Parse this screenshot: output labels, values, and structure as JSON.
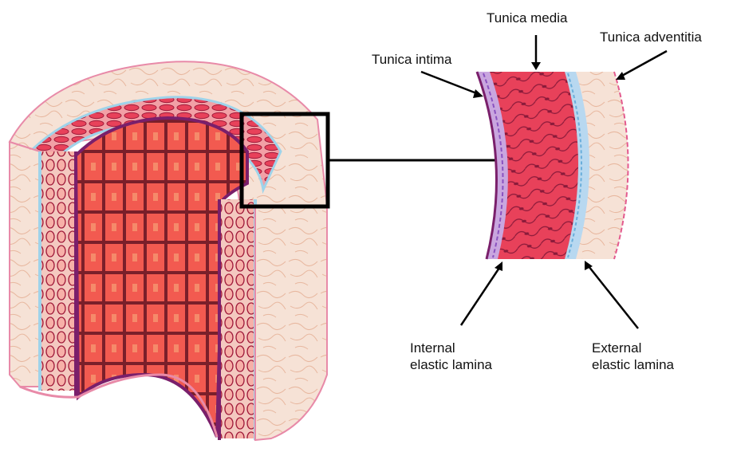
{
  "labels": {
    "tunica_media": "Tunica media",
    "tunica_adventitia": "Tunica adventitia",
    "tunica_intima": "Tunica intima",
    "internal_elastic_lamina": [
      "Internal",
      "elastic lamina"
    ],
    "external_elastic_lamina": [
      "External",
      "elastic lamina"
    ]
  },
  "colors": {
    "adventitia": "#f6e2d6",
    "adventitia_outline": "#e88aa8",
    "media": "#e8415a",
    "media_muscle": "#f25a50",
    "internal_lamina": "#7a1f6b",
    "external_lamina": "#9fd3ea",
    "cell_outline": "#8a1a3a",
    "frame": "#000000"
  }
}
